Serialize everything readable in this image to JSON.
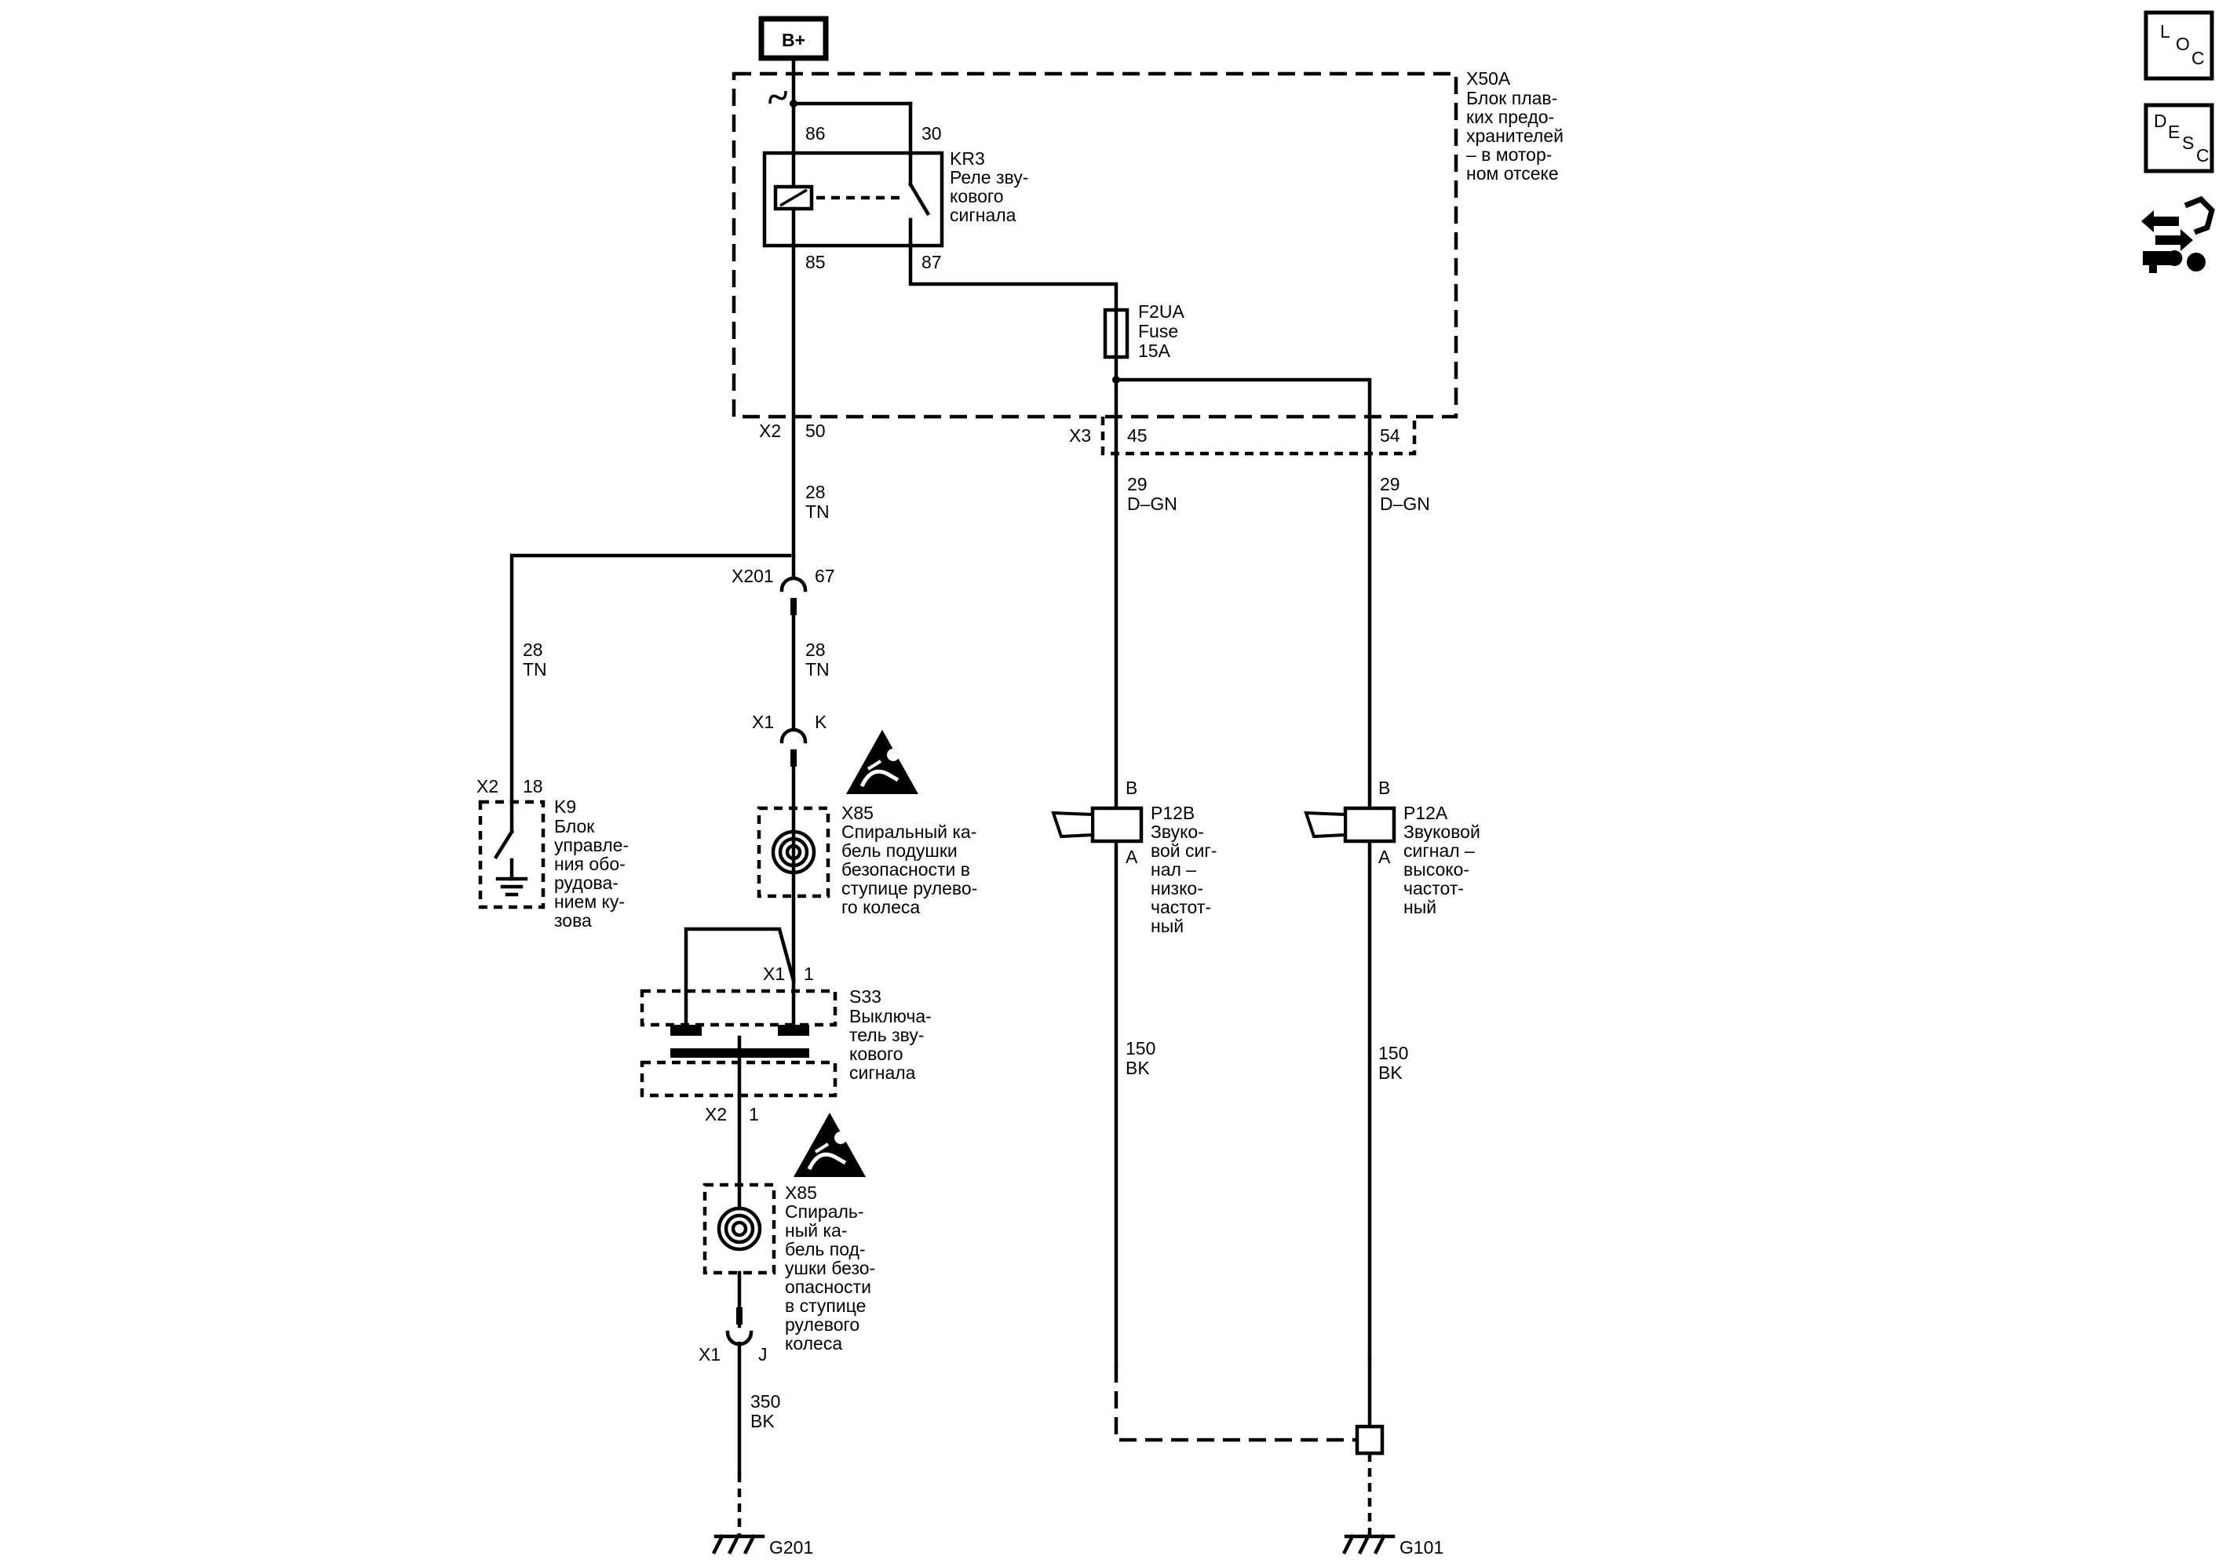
{
  "diagram": {
    "battery": "B+",
    "nav_icons": {
      "loc": [
        "L",
        "O",
        "C"
      ],
      "desc": [
        "D",
        "E",
        "S",
        "C"
      ],
      "tool_icon": "wrench-arrows-icon"
    },
    "fuse_block": {
      "id": "X50A",
      "lines": [
        "Блок плав-",
        "ких предо-",
        "хранителей",
        "– в мотор-",
        "ном отсеке"
      ]
    },
    "relay": {
      "id": "KR3",
      "lines": [
        "Реле зву-",
        "кового",
        "сигнала"
      ],
      "pins": {
        "p86": "86",
        "p30": "30",
        "p85": "85",
        "p87": "87"
      }
    },
    "fuse": {
      "lines": [
        "F2UA",
        "Fuse",
        "15A"
      ]
    },
    "connectors": {
      "x2_50": {
        "conn": "X2",
        "pin": "50"
      },
      "x3_45": {
        "conn": "X3",
        "pin": "45"
      },
      "x3_54": {
        "pin": "54"
      },
      "x201_67": {
        "conn": "X201",
        "pin": "67"
      },
      "x1_k": {
        "conn": "X1",
        "pin": "K"
      },
      "x1_1": {
        "conn": "X1",
        "pin": "1"
      },
      "x2_1": {
        "conn": "X2",
        "pin": "1"
      },
      "x1_j": {
        "conn": "X1",
        "pin": "J"
      },
      "k9_x2_18": {
        "conn": "X2",
        "pin": "18"
      }
    },
    "wires": {
      "w_28tn_a": [
        "28",
        "TN"
      ],
      "w_28tn_b": [
        "28",
        "TN"
      ],
      "w_28tn_c": [
        "28",
        "TN"
      ],
      "w_29dgn_a": [
        "29",
        "D–GN"
      ],
      "w_29dgn_b": [
        "29",
        "D–GN"
      ],
      "w_150bk_a": [
        "150",
        "BK"
      ],
      "w_150bk_b": [
        "150",
        "BK"
      ],
      "w_350bk": [
        "350",
        "BK"
      ]
    },
    "k9": {
      "id": "K9",
      "lines": [
        "Блок",
        "управле-",
        "ния обо-",
        "рудова-",
        "нием ку-",
        "зова"
      ]
    },
    "x85_top": {
      "id": "X85",
      "lines": [
        "Спиральный ка-",
        "бель подушки",
        "безопасности в",
        "ступице рулево-",
        "го колеса"
      ]
    },
    "x85_bottom": {
      "id": "X85",
      "lines": [
        "Спираль-",
        "ный ка-",
        "бель под-",
        "ушки безо-",
        "опасности",
        "в ступице",
        "рулевого",
        "колеса"
      ]
    },
    "s33": {
      "id": "S33",
      "lines": [
        "Выключа-",
        "тель зву-",
        "кового",
        "сигнала"
      ]
    },
    "p12b": {
      "id": "P12B",
      "lines": [
        "Звуко-",
        "вой сиг-",
        "нал –",
        "низко-",
        "частот-",
        "ный"
      ],
      "pin_b": "B",
      "pin_a": "A"
    },
    "p12a": {
      "id": "P12A",
      "lines": [
        "Звуковой",
        "сигнал –",
        "высоко-",
        "частот-",
        "ный"
      ],
      "pin_b": "B",
      "pin_a": "A"
    },
    "grounds": {
      "g201": "G201",
      "g101": "G101"
    }
  }
}
